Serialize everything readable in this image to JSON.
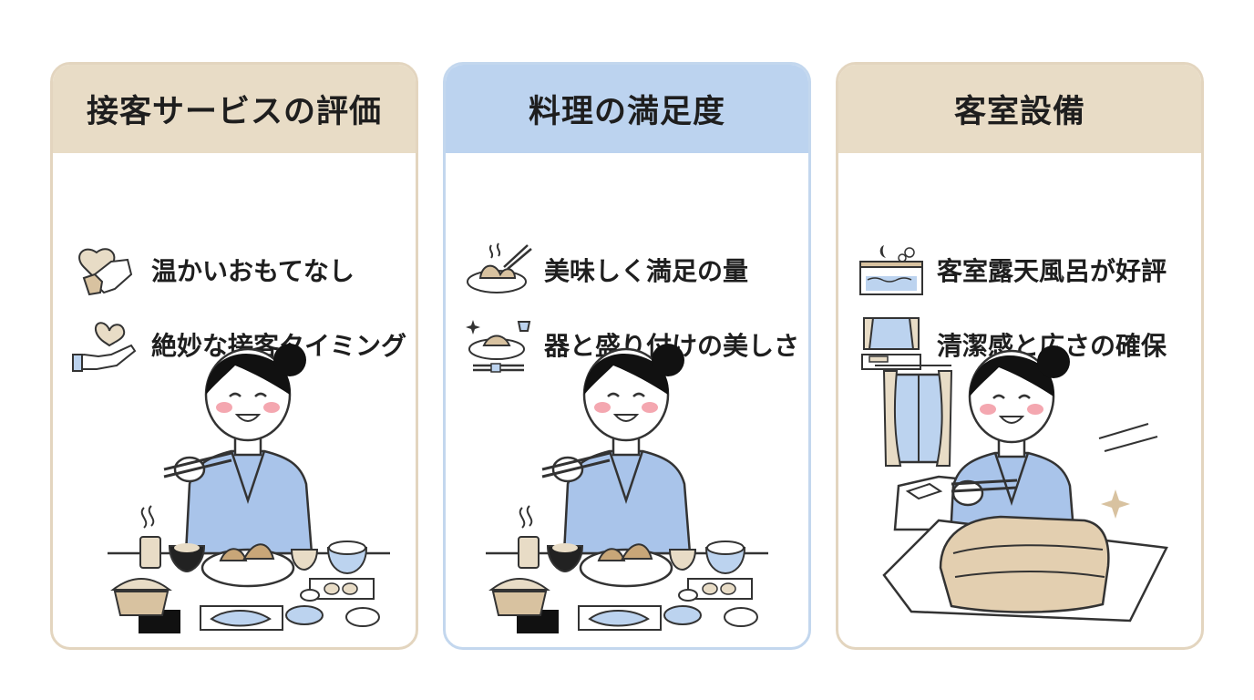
{
  "cards": [
    {
      "title": "接客サービスの評価",
      "items": [
        {
          "label": "温かいおもてなし",
          "icon": "handshake-heart-icon"
        },
        {
          "label": "絶妙な接客タイミング",
          "icon": "hand-heart-icon"
        }
      ],
      "illustration": "guest-eating-meal-illustration"
    },
    {
      "title": "料理の満足度",
      "items": [
        {
          "label": "美味しく満足の量",
          "icon": "dish-chopsticks-icon"
        },
        {
          "label": "器と盛り付けの美しさ",
          "icon": "plated-dish-sparkle-icon"
        }
      ],
      "illustration": "guest-eating-meal-illustration"
    },
    {
      "title": "客室設備",
      "items": [
        {
          "label": "客室露天風呂が好評",
          "icon": "open-air-bath-icon"
        },
        {
          "label": "清潔感と広さの確保",
          "icon": "clean-room-icon"
        }
      ],
      "illustration": "guest-in-room-illustration"
    }
  ],
  "colors": {
    "beige_header": "#e8dcc6",
    "blue_header": "#bcd3ef",
    "beige_border": "#e3d5bf",
    "blue_border": "#c3d7ee",
    "yukata": "#a9c4ea",
    "text": "#1e1e1e"
  }
}
